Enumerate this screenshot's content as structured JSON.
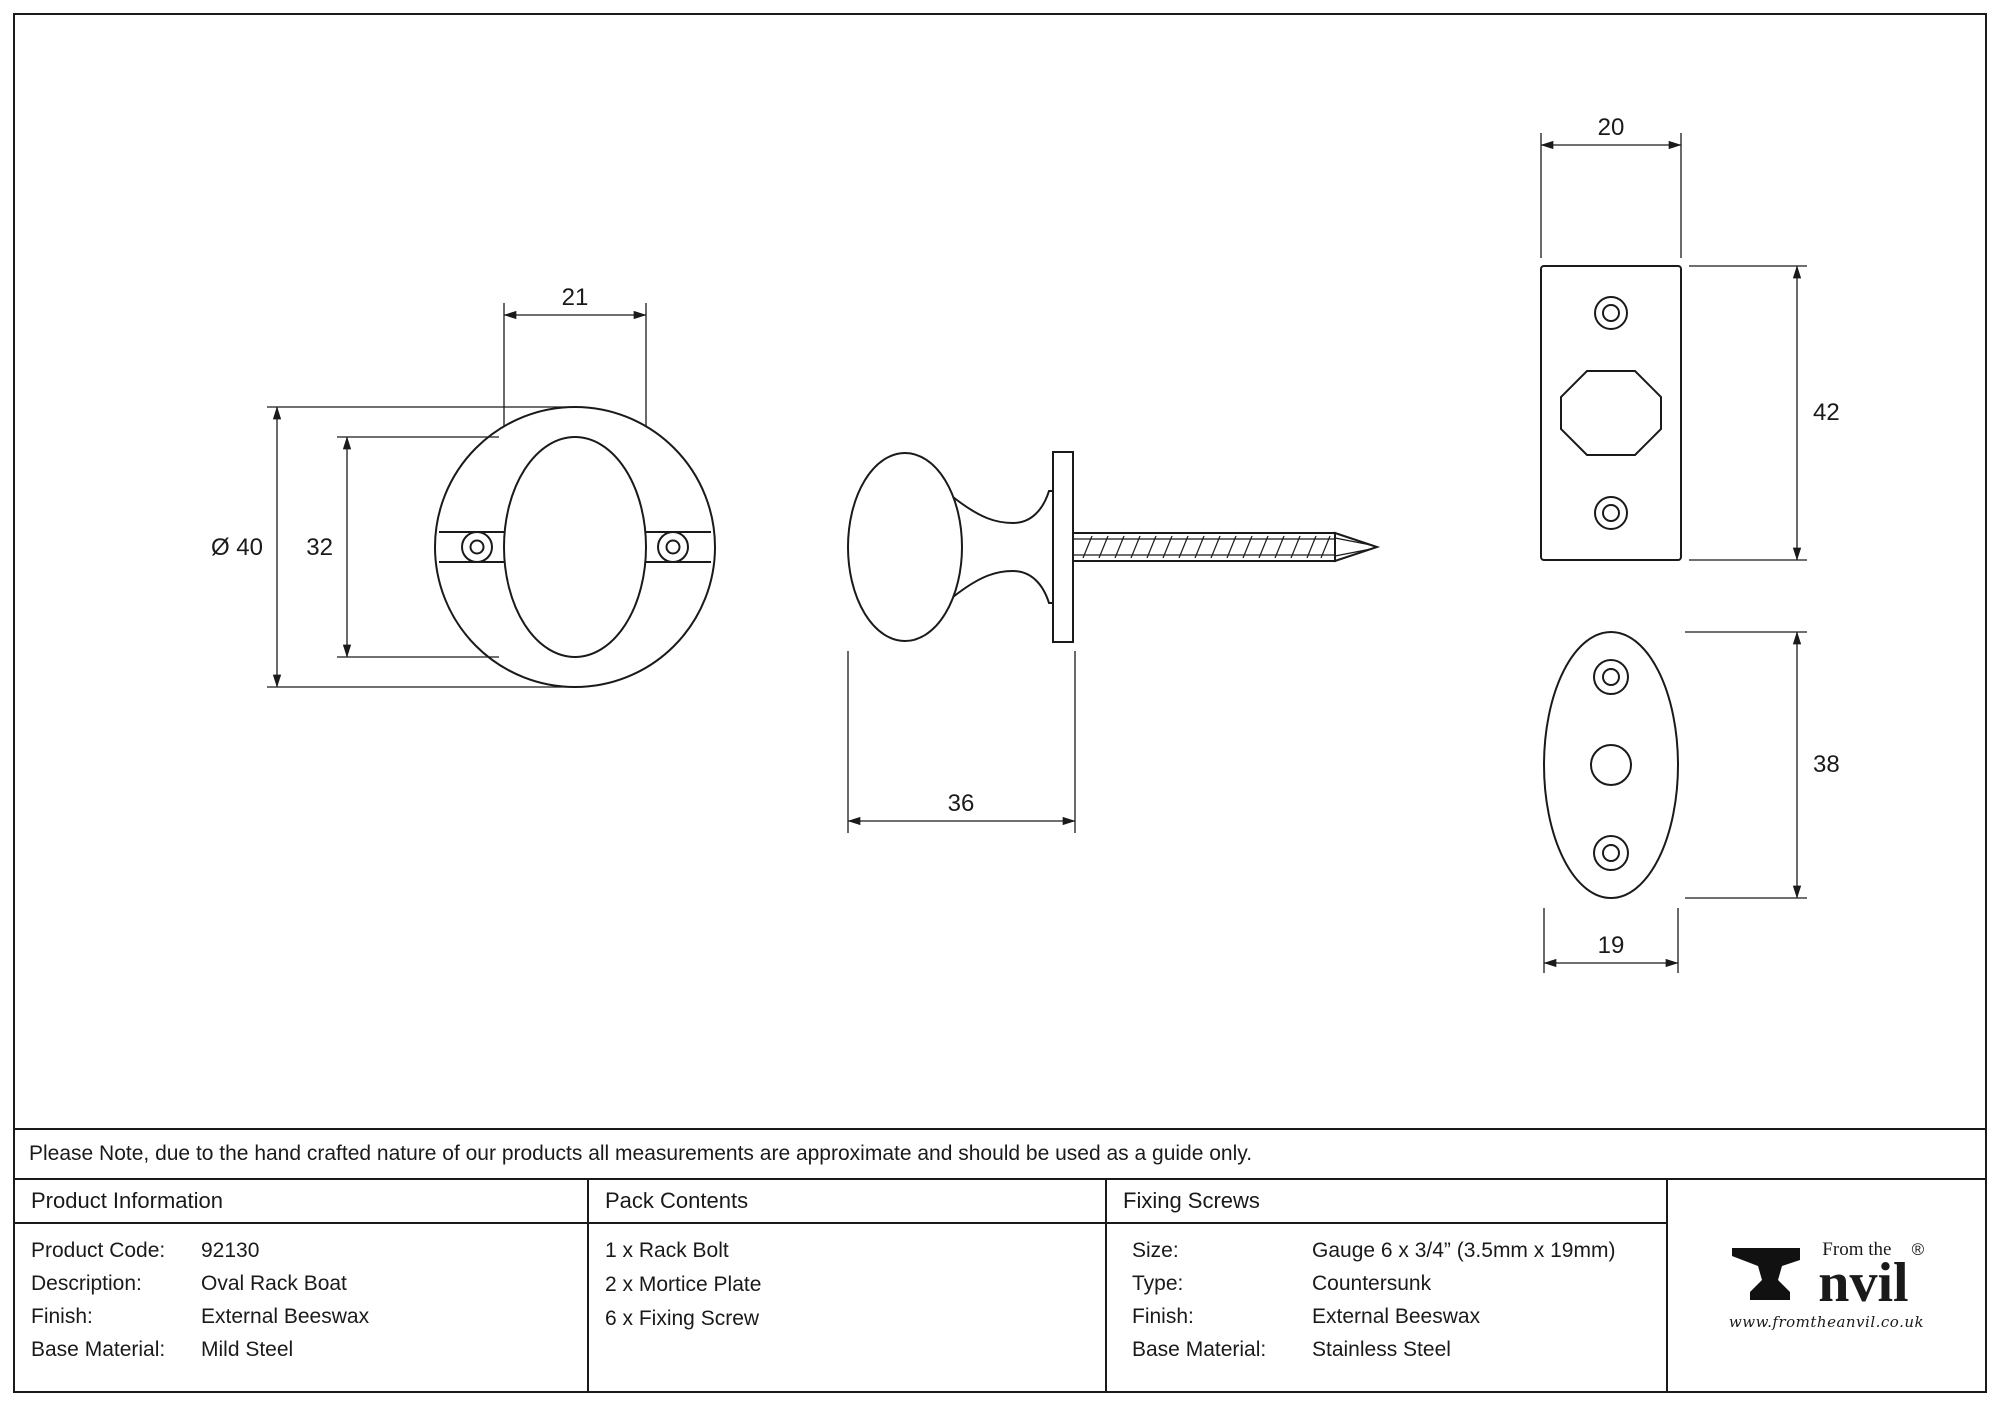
{
  "note": "Please Note, due to the hand crafted nature of our products all measurements are approximate and should be used as a guide only.",
  "drawings": {
    "front_view": {
      "dim_knob_width": "21",
      "dim_diameter": "Ø 40",
      "dim_knob_height": "32"
    },
    "side_view": {
      "dim_length": "36"
    },
    "mortice_plate": {
      "dim_width": "20",
      "dim_height": "42"
    },
    "oval_plate": {
      "dim_width": "19",
      "dim_height": "38"
    }
  },
  "table": {
    "product_information": {
      "header": "Product Information",
      "rows": [
        {
          "label": "Product Code:",
          "value": "92130"
        },
        {
          "label": "Description:",
          "value": "Oval Rack Boat"
        },
        {
          "label": "Finish:",
          "value": "External Beeswax"
        },
        {
          "label": "Base Material:",
          "value": "Mild Steel"
        }
      ]
    },
    "pack_contents": {
      "header": "Pack Contents",
      "items": [
        "1 x Rack Bolt",
        "2 x Mortice Plate",
        "6 x Fixing Screw"
      ]
    },
    "fixing_screws": {
      "header": "Fixing Screws",
      "rows": [
        {
          "label": "Size:",
          "value": "Gauge 6 x 3/4” (3.5mm x 19mm)"
        },
        {
          "label": "Type:",
          "value": "Countersunk"
        },
        {
          "label": "Finish:",
          "value": "External Beeswax"
        },
        {
          "label": "Base Material:",
          "value": "Stainless Steel"
        }
      ]
    }
  },
  "logo": {
    "prefix": "From the",
    "name_rest": "nvil",
    "registered": "®",
    "website": "www.fromtheanvil.co.uk"
  }
}
